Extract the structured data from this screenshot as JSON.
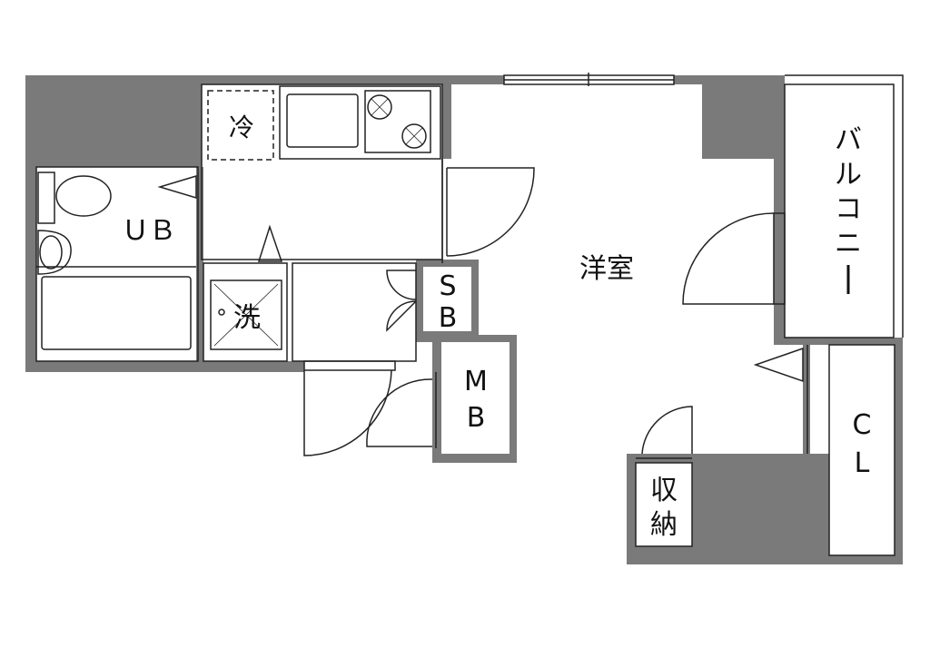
{
  "floor_plan": {
    "rooms": {
      "western_room": "洋室",
      "unit_bath": "ＵＢ",
      "fridge": "冷",
      "washer": "洗",
      "shoe_box_s": "S",
      "shoe_box_b": "B",
      "meter_box_m": "M",
      "meter_box_b": "B",
      "storage_1": "収",
      "storage_2": "納",
      "closet_c": "C",
      "closet_l": "L",
      "balcony": [
        "バ",
        "ル",
        "コ",
        "ニ",
        "ー"
      ]
    },
    "colors": {
      "wall": "#7a7a7a",
      "line": "#222222",
      "background": "#ffffff"
    }
  }
}
